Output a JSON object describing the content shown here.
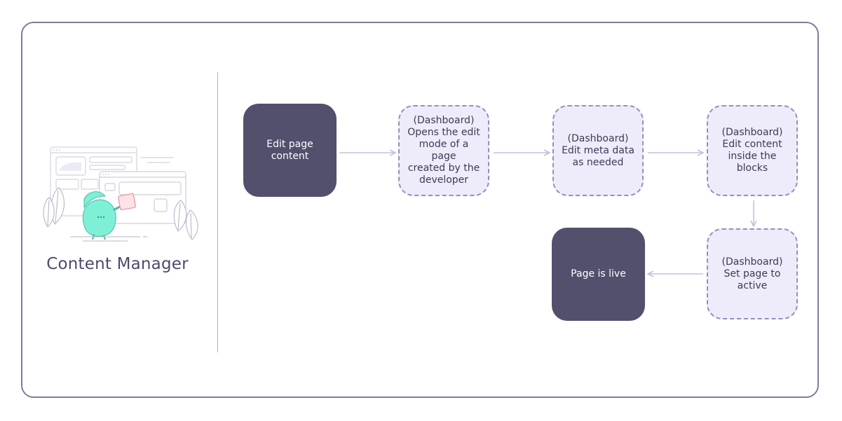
{
  "role": {
    "title": "Content Manager",
    "illustration": "content-manager-illustration"
  },
  "flow": {
    "nodes": [
      {
        "id": "n1",
        "label": "Edit page\ncontent",
        "style": "solid"
      },
      {
        "id": "n2",
        "label": "(Dashboard)\nOpens the edit\nmode of a page\ncreated by the\ndeveloper",
        "style": "dashed"
      },
      {
        "id": "n3",
        "label": "(Dashboard)\nEdit meta data\nas needed",
        "style": "dashed"
      },
      {
        "id": "n4",
        "label": "(Dashboard)\nEdit content\ninside the\nblocks",
        "style": "dashed"
      },
      {
        "id": "n5",
        "label": "(Dashboard)\nSet page to\nactive",
        "style": "dashed"
      },
      {
        "id": "n6",
        "label": "Page is live",
        "style": "solid"
      }
    ],
    "edges": [
      {
        "from": "n1",
        "to": "n2"
      },
      {
        "from": "n2",
        "to": "n3"
      },
      {
        "from": "n3",
        "to": "n4"
      },
      {
        "from": "n4",
        "to": "n5"
      },
      {
        "from": "n5",
        "to": "n6"
      }
    ]
  },
  "colors": {
    "frame": "#7f7aa0",
    "solid_node": "#52506d",
    "dashed_node_fill": "#eeecfb",
    "dashed_node_border": "#9490b9",
    "arrow": "#c4c0dc",
    "mascot": "#7ef0d6"
  }
}
